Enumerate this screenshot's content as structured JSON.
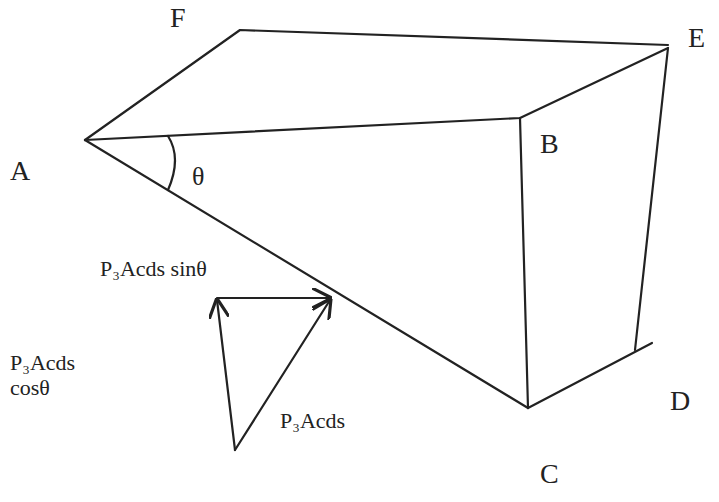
{
  "diagram": {
    "labels": [
      "F",
      "E",
      "A",
      "B",
      "θ",
      "P₃Acds sinθ",
      "P₃Acds cosθ",
      "P₃Acds",
      "D",
      "C"
    ]
  }
}
